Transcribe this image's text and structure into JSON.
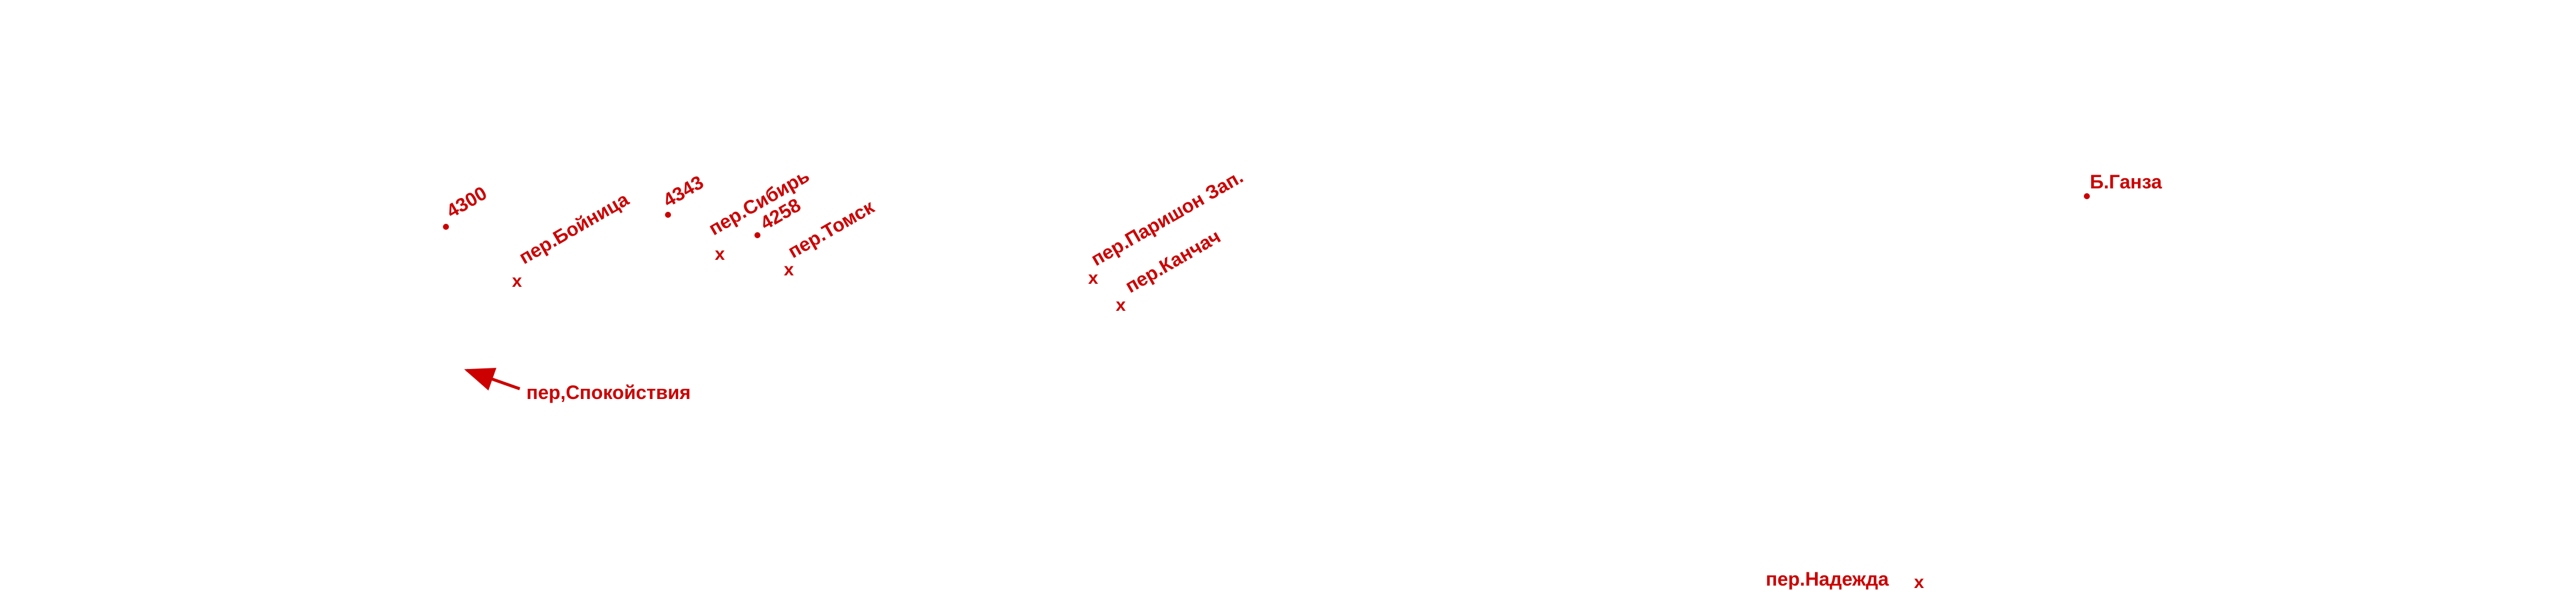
{
  "colors": {
    "background": "#ffffff",
    "marker": "#cc0000"
  },
  "labels": {
    "pt_4300": "4300",
    "boinitsa": "пер.Бойница",
    "pt_4343": "4343",
    "sibir": "пер.Сибирь",
    "pt_4258": "4258",
    "tomsk": "пер.Томск",
    "parishon": "пер.Паришон Зап.",
    "kanchach": "пер.Канчач",
    "ganza": "Б.Ганза",
    "spokoistviya": "пер,Спокойствия",
    "nadezhda": "пер.Надежда"
  },
  "marks": {
    "pass": "x"
  }
}
